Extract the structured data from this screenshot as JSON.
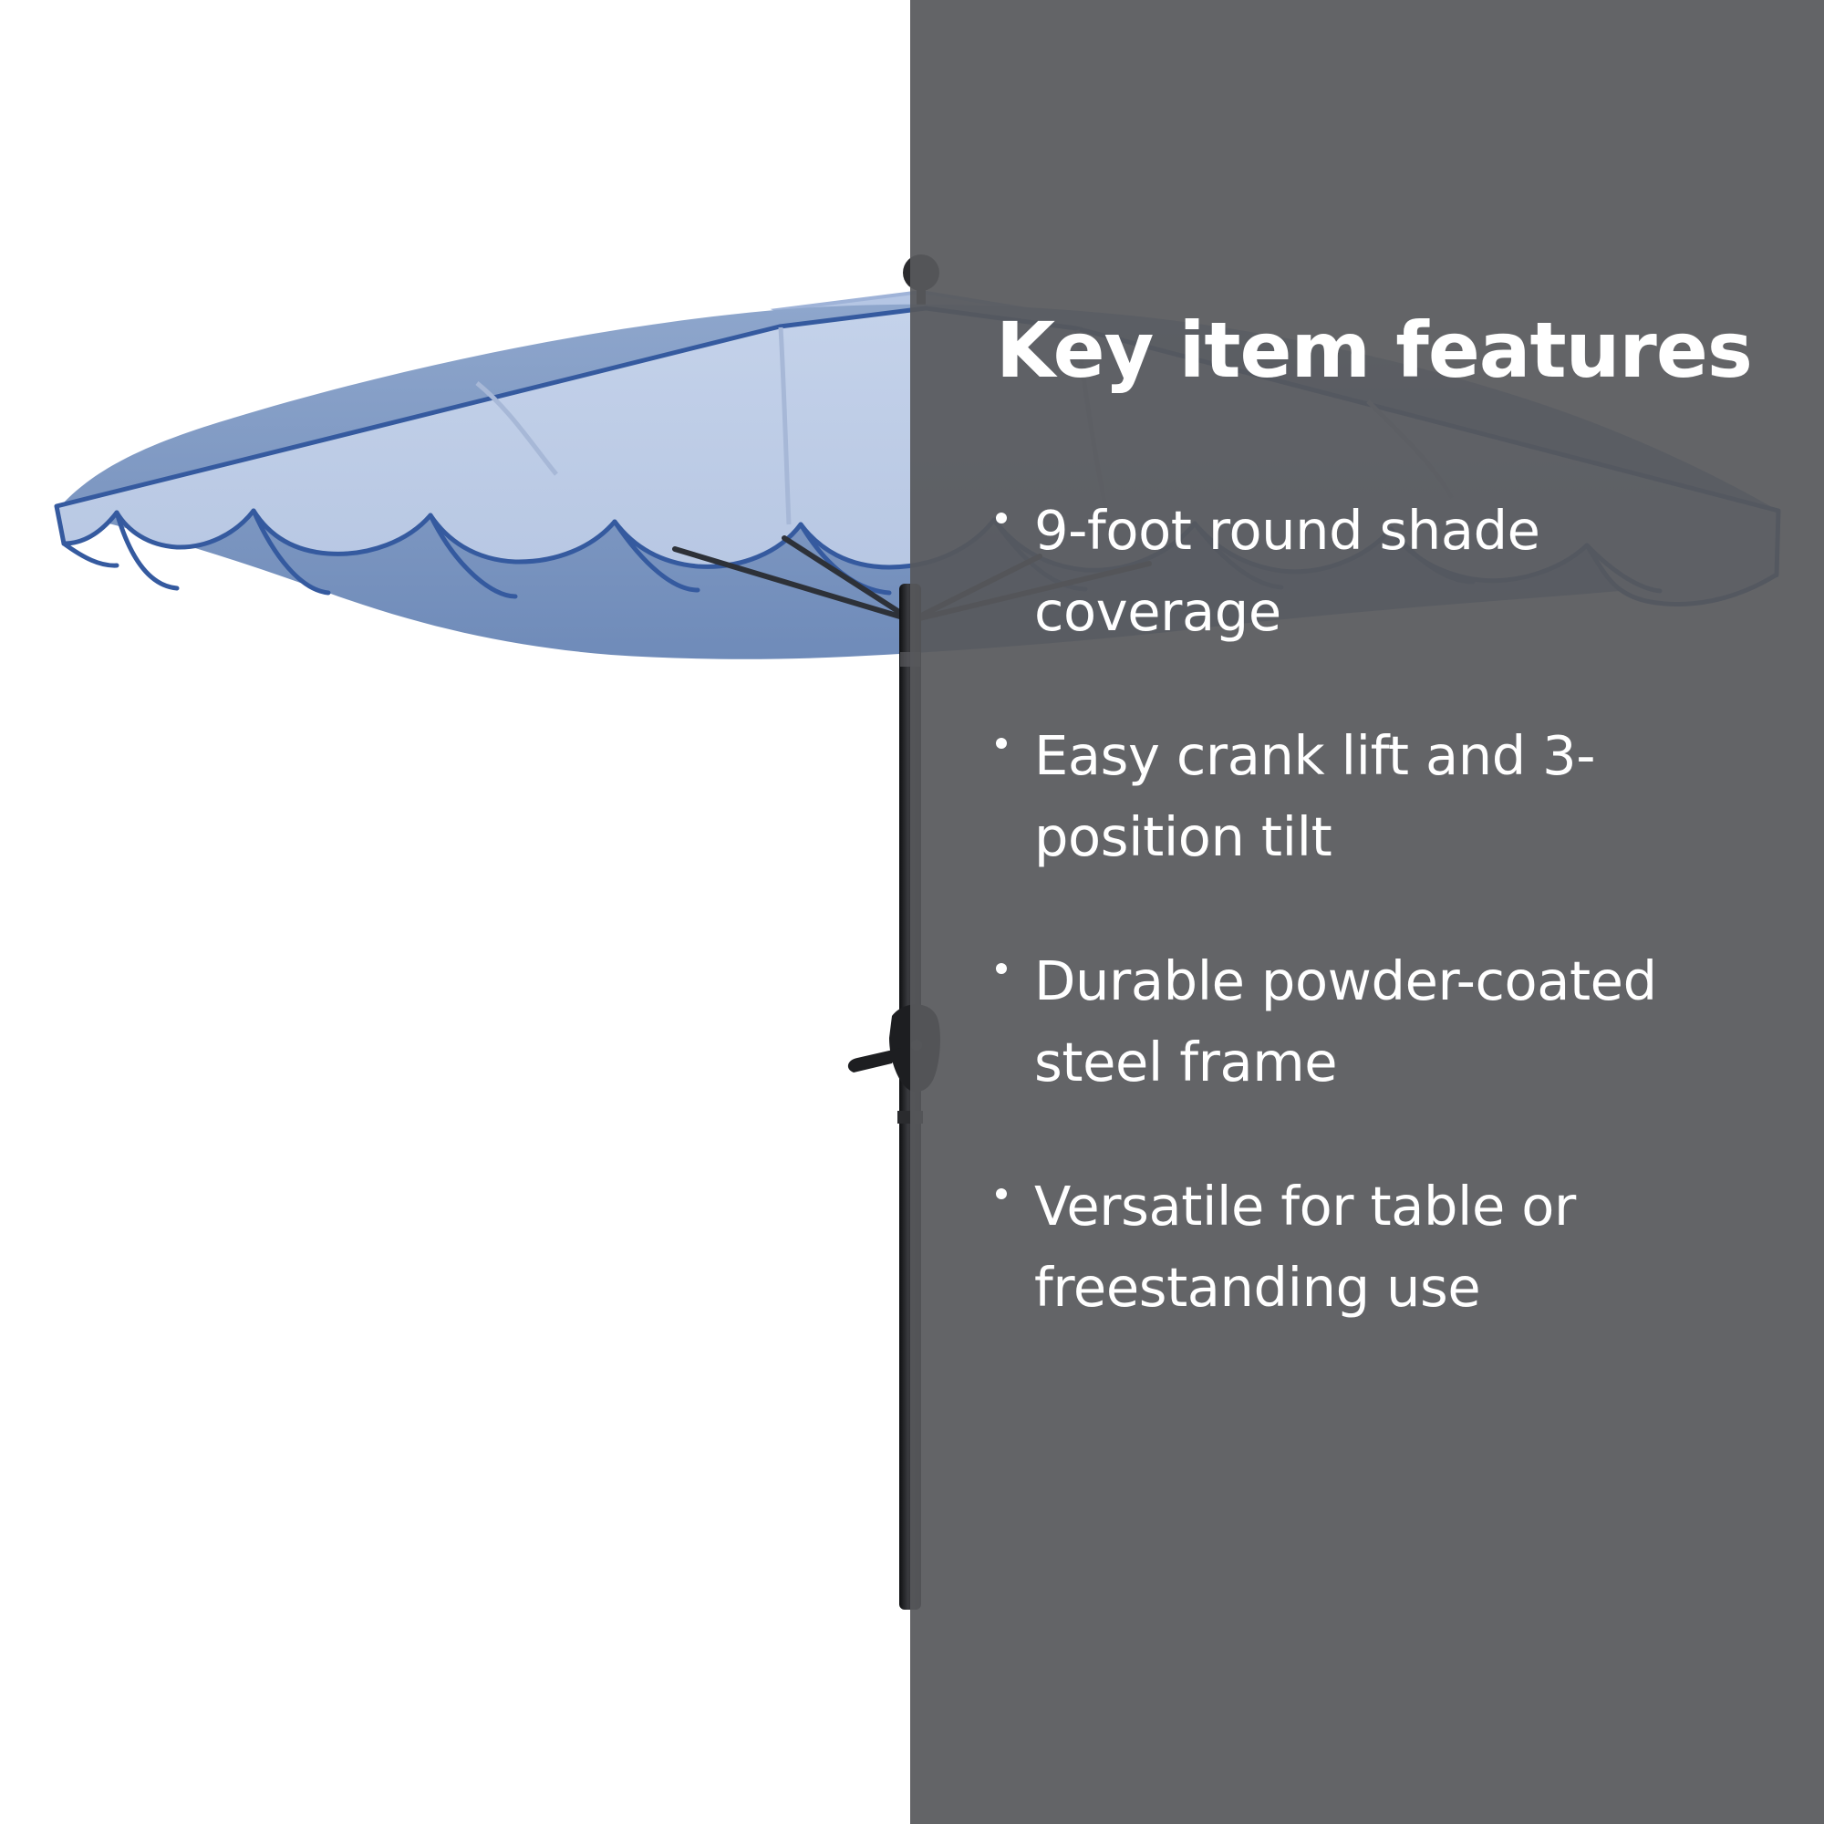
{
  "heading": "Key item features",
  "features": [
    "9-foot round shade coverage",
    "Easy crank lift and 3-position tilt",
    "Durable powder-coated steel frame",
    "Versatile for table or freestanding use"
  ],
  "colors": {
    "background": "#ffffff",
    "panel": "#57585b",
    "canopy": "#b7c6e0",
    "canopy_shadow": "#9eb0cf",
    "trim": "#355a9f",
    "pole": "#1f1f22",
    "text": "#ffffff"
  },
  "icons": {
    "feature_bullet": "bullet-dot-icon"
  }
}
